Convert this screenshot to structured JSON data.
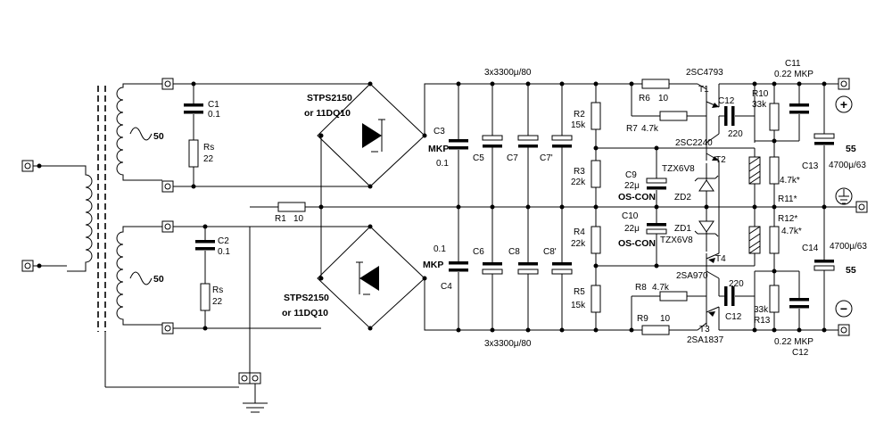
{
  "labels": {
    "c1": "C1",
    "c1_val": "0.1",
    "rs_top": "Rs",
    "rs_top_val": "22",
    "c2": "C2",
    "c2_val": "0.1",
    "rs_bot": "Rs",
    "rs_bot_val": "22",
    "ac_top": "50",
    "ac_bot": "50",
    "r1": "R1",
    "r1_val": "10",
    "br_top_part": "STPS2150",
    "br_top_alt": "or  11DQ10",
    "br_bot_part": "STPS2150",
    "br_bot_alt": "or  11DQ10",
    "caps_top": "3x3300μ/80",
    "caps_bot": "3x3300μ/80",
    "c3": "C3",
    "c3_type": "MKP",
    "c3_val": "0.1",
    "c4": "C4",
    "c4_type": "MKP",
    "c4_val": "0.1",
    "c5": "C5",
    "c6": "C6",
    "c7": "C7",
    "c8": "C8",
    "c7p": "C7'",
    "c8p": "C8'",
    "r2": "R2",
    "r2_val": "15k",
    "r3": "R3",
    "r3_val": "22k",
    "r4": "R4",
    "r4_val": "22k",
    "r5": "R5",
    "r5_val": "15k",
    "c9": "C9",
    "c9_val": "22μ",
    "c9_type": "OS-CON",
    "c10": "C10",
    "c10_val": "22μ",
    "c10_type": "OS-CON",
    "zd2": "ZD2",
    "zd2_val": "TZX6V8",
    "zd1": "ZD1",
    "zd1_val": "TZX6V8",
    "r6": "R6",
    "r6_val": "10",
    "r7": "R7",
    "r7_val": "4.7k",
    "r8": "R8",
    "r8_val": "4.7k",
    "r9": "R9",
    "r9_val": "10",
    "t1": "T1",
    "t1_part": "2SC4793",
    "t2": "T2",
    "t2_part": "2SC2240",
    "t3": "T3",
    "t3_part": "2SA1837",
    "t4": "T4",
    "t4_part": "2SA970",
    "c12_top": "C12",
    "c12_top_val": "220",
    "c12_bot": "C12",
    "c12_bot_val": "220",
    "r10": "R10",
    "r10_val": "33k",
    "r13": "R13",
    "r13_val": "33k",
    "c11": "C11",
    "c11_val": "0.22  MKP",
    "c12b_val": "0.22  MKP",
    "c12b": "C12",
    "r11": "R11*",
    "r11_val": "4.7k*",
    "r12": "R12*",
    "r12_val": "4.7k*",
    "c13": "C13",
    "c13_val": "4700μ/63",
    "c13_v": "55",
    "c14": "C14",
    "c14_val": "4700μ/63",
    "c14_v": "55",
    "plus": "+",
    "minus": "−"
  }
}
